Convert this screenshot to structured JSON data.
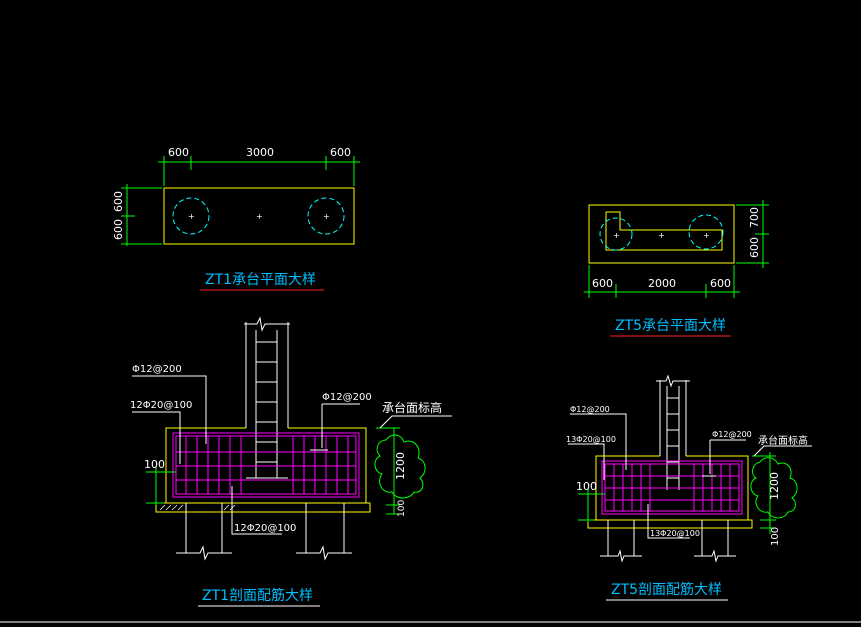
{
  "colors": {
    "background": "#000000",
    "outline": "#ffff00",
    "dimension": "#00ff00",
    "rebar": "#ff00ff",
    "pile": "#00ffff",
    "text": "#ffffff",
    "title": "#00bfff",
    "underline": "#ff2020"
  },
  "zt1_plan": {
    "dims_top": [
      "600",
      "3000",
      "600"
    ],
    "dims_left": [
      "600",
      "600"
    ],
    "title": "ZT1承台平面大样"
  },
  "zt5_plan": {
    "dims_bottom": [
      "600",
      "2000",
      "600"
    ],
    "dims_right": [
      "700",
      "600"
    ],
    "title": "ZT5承台平面大样"
  },
  "zt1_section": {
    "label_stirrup": "Φ12@200",
    "label_side_bars": "12Φ20@100",
    "label_top_bars": "Φ12@200",
    "label_bottom_bars": "12Φ20@100",
    "label_cap_top": "承台面标高",
    "dim_cover": "100",
    "dim_height": "1200",
    "dim_bottom": "100",
    "title": "ZT1剖面配筋大样"
  },
  "zt5_section": {
    "label_stirrup": "Φ12@200",
    "label_side_bars": "13Φ20@100",
    "label_top_bars": "Φ12@200",
    "label_bottom_bars": "13Φ20@100",
    "label_cap_top": "承台面标高",
    "dim_cover": "100",
    "dim_height": "1200",
    "dim_bottom": "100",
    "title": "ZT5剖面配筋大样"
  }
}
